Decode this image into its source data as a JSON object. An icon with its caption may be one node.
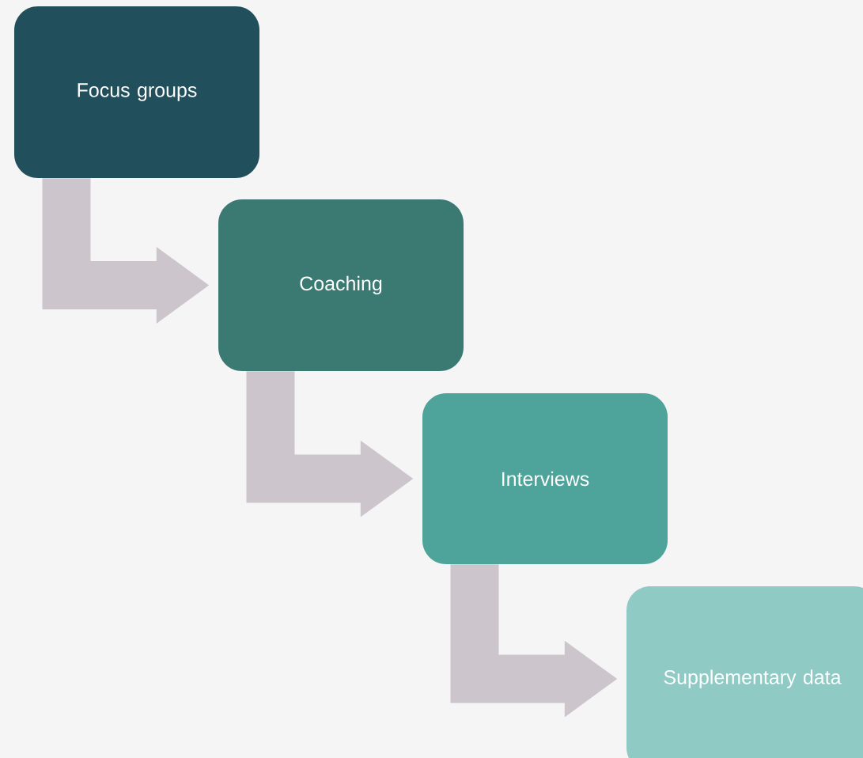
{
  "diagram": {
    "nodes": [
      {
        "text": [
          "Focus groups"
        ]
      },
      {
        "text": [
          "Coaching"
        ]
      },
      {
        "text": [
          "Interviews"
        ]
      },
      {
        "text": [
          "Supplementary data"
        ]
      }
    ],
    "edges": [
      {
        "from": 0,
        "to": 1,
        "arrow": "to"
      },
      {
        "from": 1,
        "to": 2,
        "arrow": "to"
      },
      {
        "from": 2,
        "to": 3,
        "arrow": "to"
      }
    ]
  }
}
